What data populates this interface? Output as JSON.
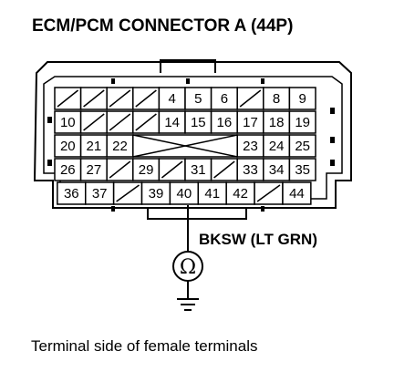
{
  "title": "ECM/PCM CONNECTOR A (44P)",
  "caption": "Terminal side of female terminals",
  "wire_label": "BKSW (LT GRN)",
  "meter_symbol": "Ω",
  "connector": {
    "rows": [
      {
        "cells": [
          null,
          null,
          null,
          null,
          "4",
          "5",
          "6",
          null,
          "8",
          "9"
        ]
      },
      {
        "cells": [
          "10",
          null,
          null,
          null,
          "14",
          "15",
          "16",
          "17",
          "18",
          "19"
        ]
      },
      {
        "cells": [
          "20",
          "21",
          "22",
          "blocked",
          "blocked",
          "blocked",
          "blocked",
          "23",
          "24",
          "25"
        ]
      },
      {
        "cells": [
          "26",
          "27",
          null,
          "29",
          null,
          "31",
          null,
          "33",
          "34",
          "35"
        ]
      },
      {
        "cells": [
          "36",
          "37",
          null,
          "39",
          "40",
          "41",
          "42",
          null,
          "44"
        ]
      }
    ],
    "probe_terminal": "40"
  }
}
